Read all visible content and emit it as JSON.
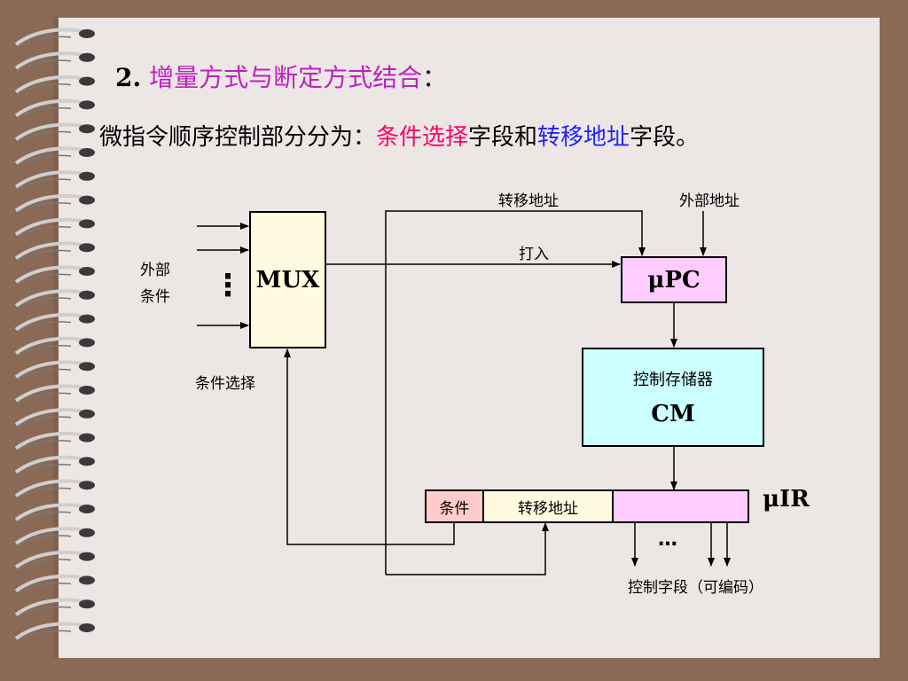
{
  "title": {
    "number": "2.",
    "highlight": "增量方式与断定方式结合",
    "colon": "："
  },
  "subtitle": {
    "prefix": "微指令顺序控制部分分为：",
    "part1": "条件选择",
    "mid": "字段和",
    "part2": "转移地址",
    "suffix": "字段。"
  },
  "diagram": {
    "mux_label": "MUX",
    "upc_label": "μPC",
    "cm_title": "控制存储器",
    "cm_label": "CM",
    "uir_label": "μIR",
    "uir_fields": {
      "condition": "条件",
      "jump_address": "转移地址"
    },
    "labels": {
      "jump_address_top": "转移地址",
      "external_address": "外部地址",
      "load": "打入",
      "external_condition_line1": "外部",
      "external_condition_line2": "条件",
      "condition_select": "条件选择",
      "control_field": "控制字段（可编码）",
      "vertical_dots": "⋮",
      "horizontal_dots": "…"
    }
  },
  "colors": {
    "title_highlight": "#c020c0",
    "red_highlight": "#ff0066",
    "blue_highlight": "#2222ff",
    "mux_fill": "#fffbe0",
    "upc_fill": "#ffccff",
    "cm_fill": "#ccffff",
    "condition_fill": "#ffcccc",
    "jump_fill": "#fffbe0",
    "control_fill": "#ffccff"
  }
}
